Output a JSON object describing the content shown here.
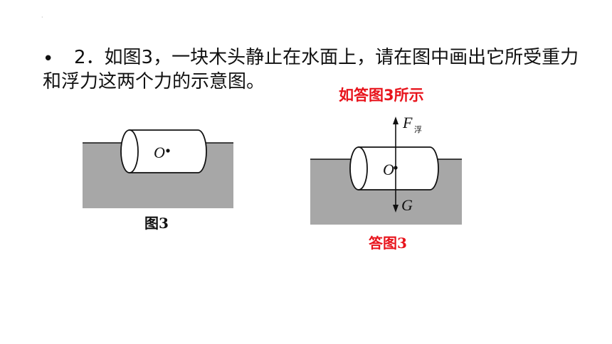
{
  "question": {
    "bullet": "•",
    "text": "2．如图3，一块木头静止在水面上，请在图中画出它所受重力和浮力这两个力的示意图。"
  },
  "answer_note": "如答图3所示",
  "figure1": {
    "caption": "图3",
    "center_label": "O"
  },
  "figure2": {
    "caption": "答图3",
    "center_label": "O",
    "buoyancy_label": "F",
    "buoyancy_subscript": "浮",
    "gravity_label": "G"
  },
  "colors": {
    "water": "#a7a7a7",
    "answer_red": "#e8141c"
  }
}
